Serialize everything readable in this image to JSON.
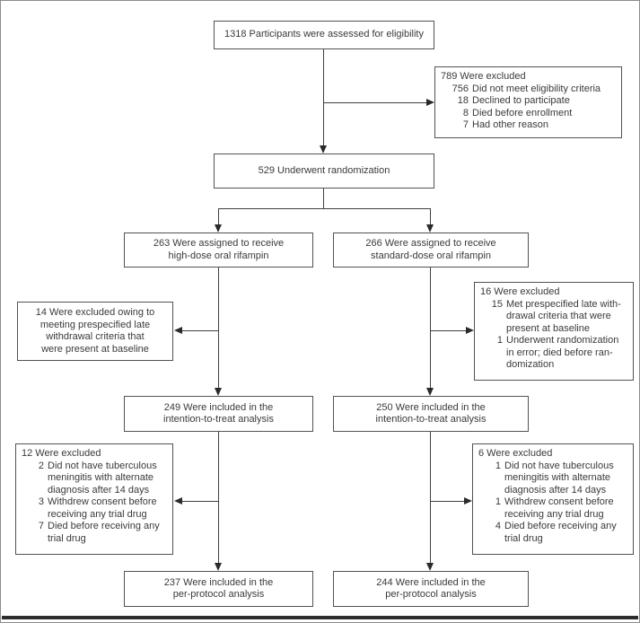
{
  "figure": {
    "type": "consort-flow-diagram",
    "colors": {
      "background": "#ffffff",
      "box_border": "#515254",
      "text": "#3a3a3c",
      "connector": "#3f4042",
      "frame_border": "#8b8c8e",
      "bottom_rule": "#2c2c2e"
    },
    "boxes": {
      "assessed": {
        "l1": "1318 Participants were assessed for eligibility"
      },
      "excl_top": {
        "title": "789 Were excluded",
        "rows": [
          {
            "n": "756",
            "t": "Did not meet eligibility criteria"
          },
          {
            "n": "18",
            "t": "Declined to participate"
          },
          {
            "n": "8",
            "t": "Died before enrollment"
          },
          {
            "n": "7",
            "t": "Had other reason"
          }
        ]
      },
      "randomized": {
        "l1": "529 Underwent randomization"
      },
      "assign_left": {
        "l1": "263 Were assigned to receive",
        "l2": "high-dose oral rifampin"
      },
      "assign_right": {
        "l1": "266 Were assigned to receive",
        "l2": "standard-dose oral rifampin"
      },
      "excl_mid_left": {
        "lines": [
          "14 Were excluded owing to",
          "meeting prespecified late",
          "withdrawal criteria that",
          "were present at baseline"
        ]
      },
      "excl_mid_right": {
        "title": "16 Were excluded",
        "rows": [
          {
            "n": "15",
            "t": "Met prespecified late with-"
          },
          {
            "n": "",
            "t": "drawal criteria that were"
          },
          {
            "n": "",
            "t": "present at baseline"
          },
          {
            "n": "1",
            "t": "Underwent randomization"
          },
          {
            "n": "",
            "t": "in error; died before ran-"
          },
          {
            "n": "",
            "t": "domization"
          }
        ]
      },
      "itt_left": {
        "l1": "249 Were included in the",
        "l2": "intention-to-treat analysis"
      },
      "itt_right": {
        "l1": "250 Were included in the",
        "l2": "intention-to-treat analysis"
      },
      "excl_low_left": {
        "title": "12 Were excluded",
        "rows": [
          {
            "n": "2",
            "t": "Did not have tuberculous"
          },
          {
            "n": "",
            "t": "meningitis with alternate"
          },
          {
            "n": "",
            "t": "diagnosis after 14 days"
          },
          {
            "n": "3",
            "t": "Withdrew consent before"
          },
          {
            "n": "",
            "t": "receiving any trial drug"
          },
          {
            "n": "7",
            "t": "Died before receiving any"
          },
          {
            "n": "",
            "t": "trial drug"
          }
        ]
      },
      "excl_low_right": {
        "title": "6 Were excluded",
        "rows": [
          {
            "n": "1",
            "t": "Did not have tuberculous"
          },
          {
            "n": "",
            "t": "meningitis with alternate"
          },
          {
            "n": "",
            "t": "diagnosis after 14 days"
          },
          {
            "n": "1",
            "t": "Withdrew consent before"
          },
          {
            "n": "",
            "t": "receiving any trial drug"
          },
          {
            "n": "4",
            "t": "Died before receiving any"
          },
          {
            "n": "",
            "t": "trial drug"
          }
        ]
      },
      "pp_left": {
        "l1": "237 Were included in the",
        "l2": "per-protocol analysis"
      },
      "pp_right": {
        "l1": "244 Were included in the",
        "l2": "per-protocol analysis"
      }
    }
  }
}
